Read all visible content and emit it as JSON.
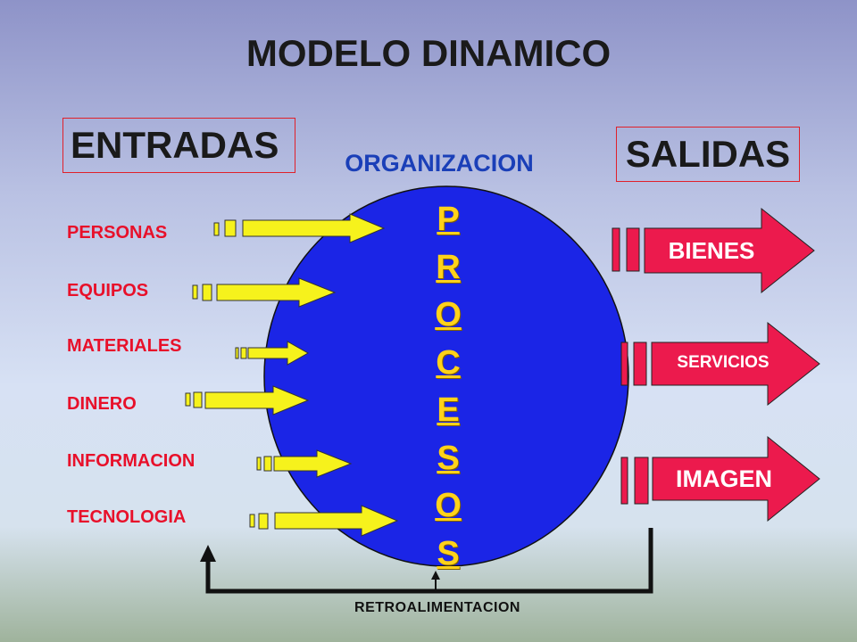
{
  "title": "MODELO DINAMICO",
  "entradas_label": "ENTRADAS",
  "salidas_label": "SALIDAS",
  "organizacion_label": "ORGANIZACION",
  "procesos_letters": [
    "P",
    "R",
    "O",
    "C",
    "E",
    "S",
    "O",
    "S"
  ],
  "inputs": [
    "PERSONAS",
    "EQUIPOS",
    "MATERIALES",
    "DINERO",
    "INFORMACION",
    "TECNOLOGIA"
  ],
  "outputs": [
    "BIENES",
    "SERVICIOS",
    "IMAGEN"
  ],
  "feedback_label": "RETROALIMENTACION",
  "colors": {
    "circle": "#1b25e6",
    "input_arrow": "#f6f21c",
    "output_arrow": "#ec1a4d",
    "input_text": "#e8102a",
    "procesos_text": "#ffd21a"
  }
}
